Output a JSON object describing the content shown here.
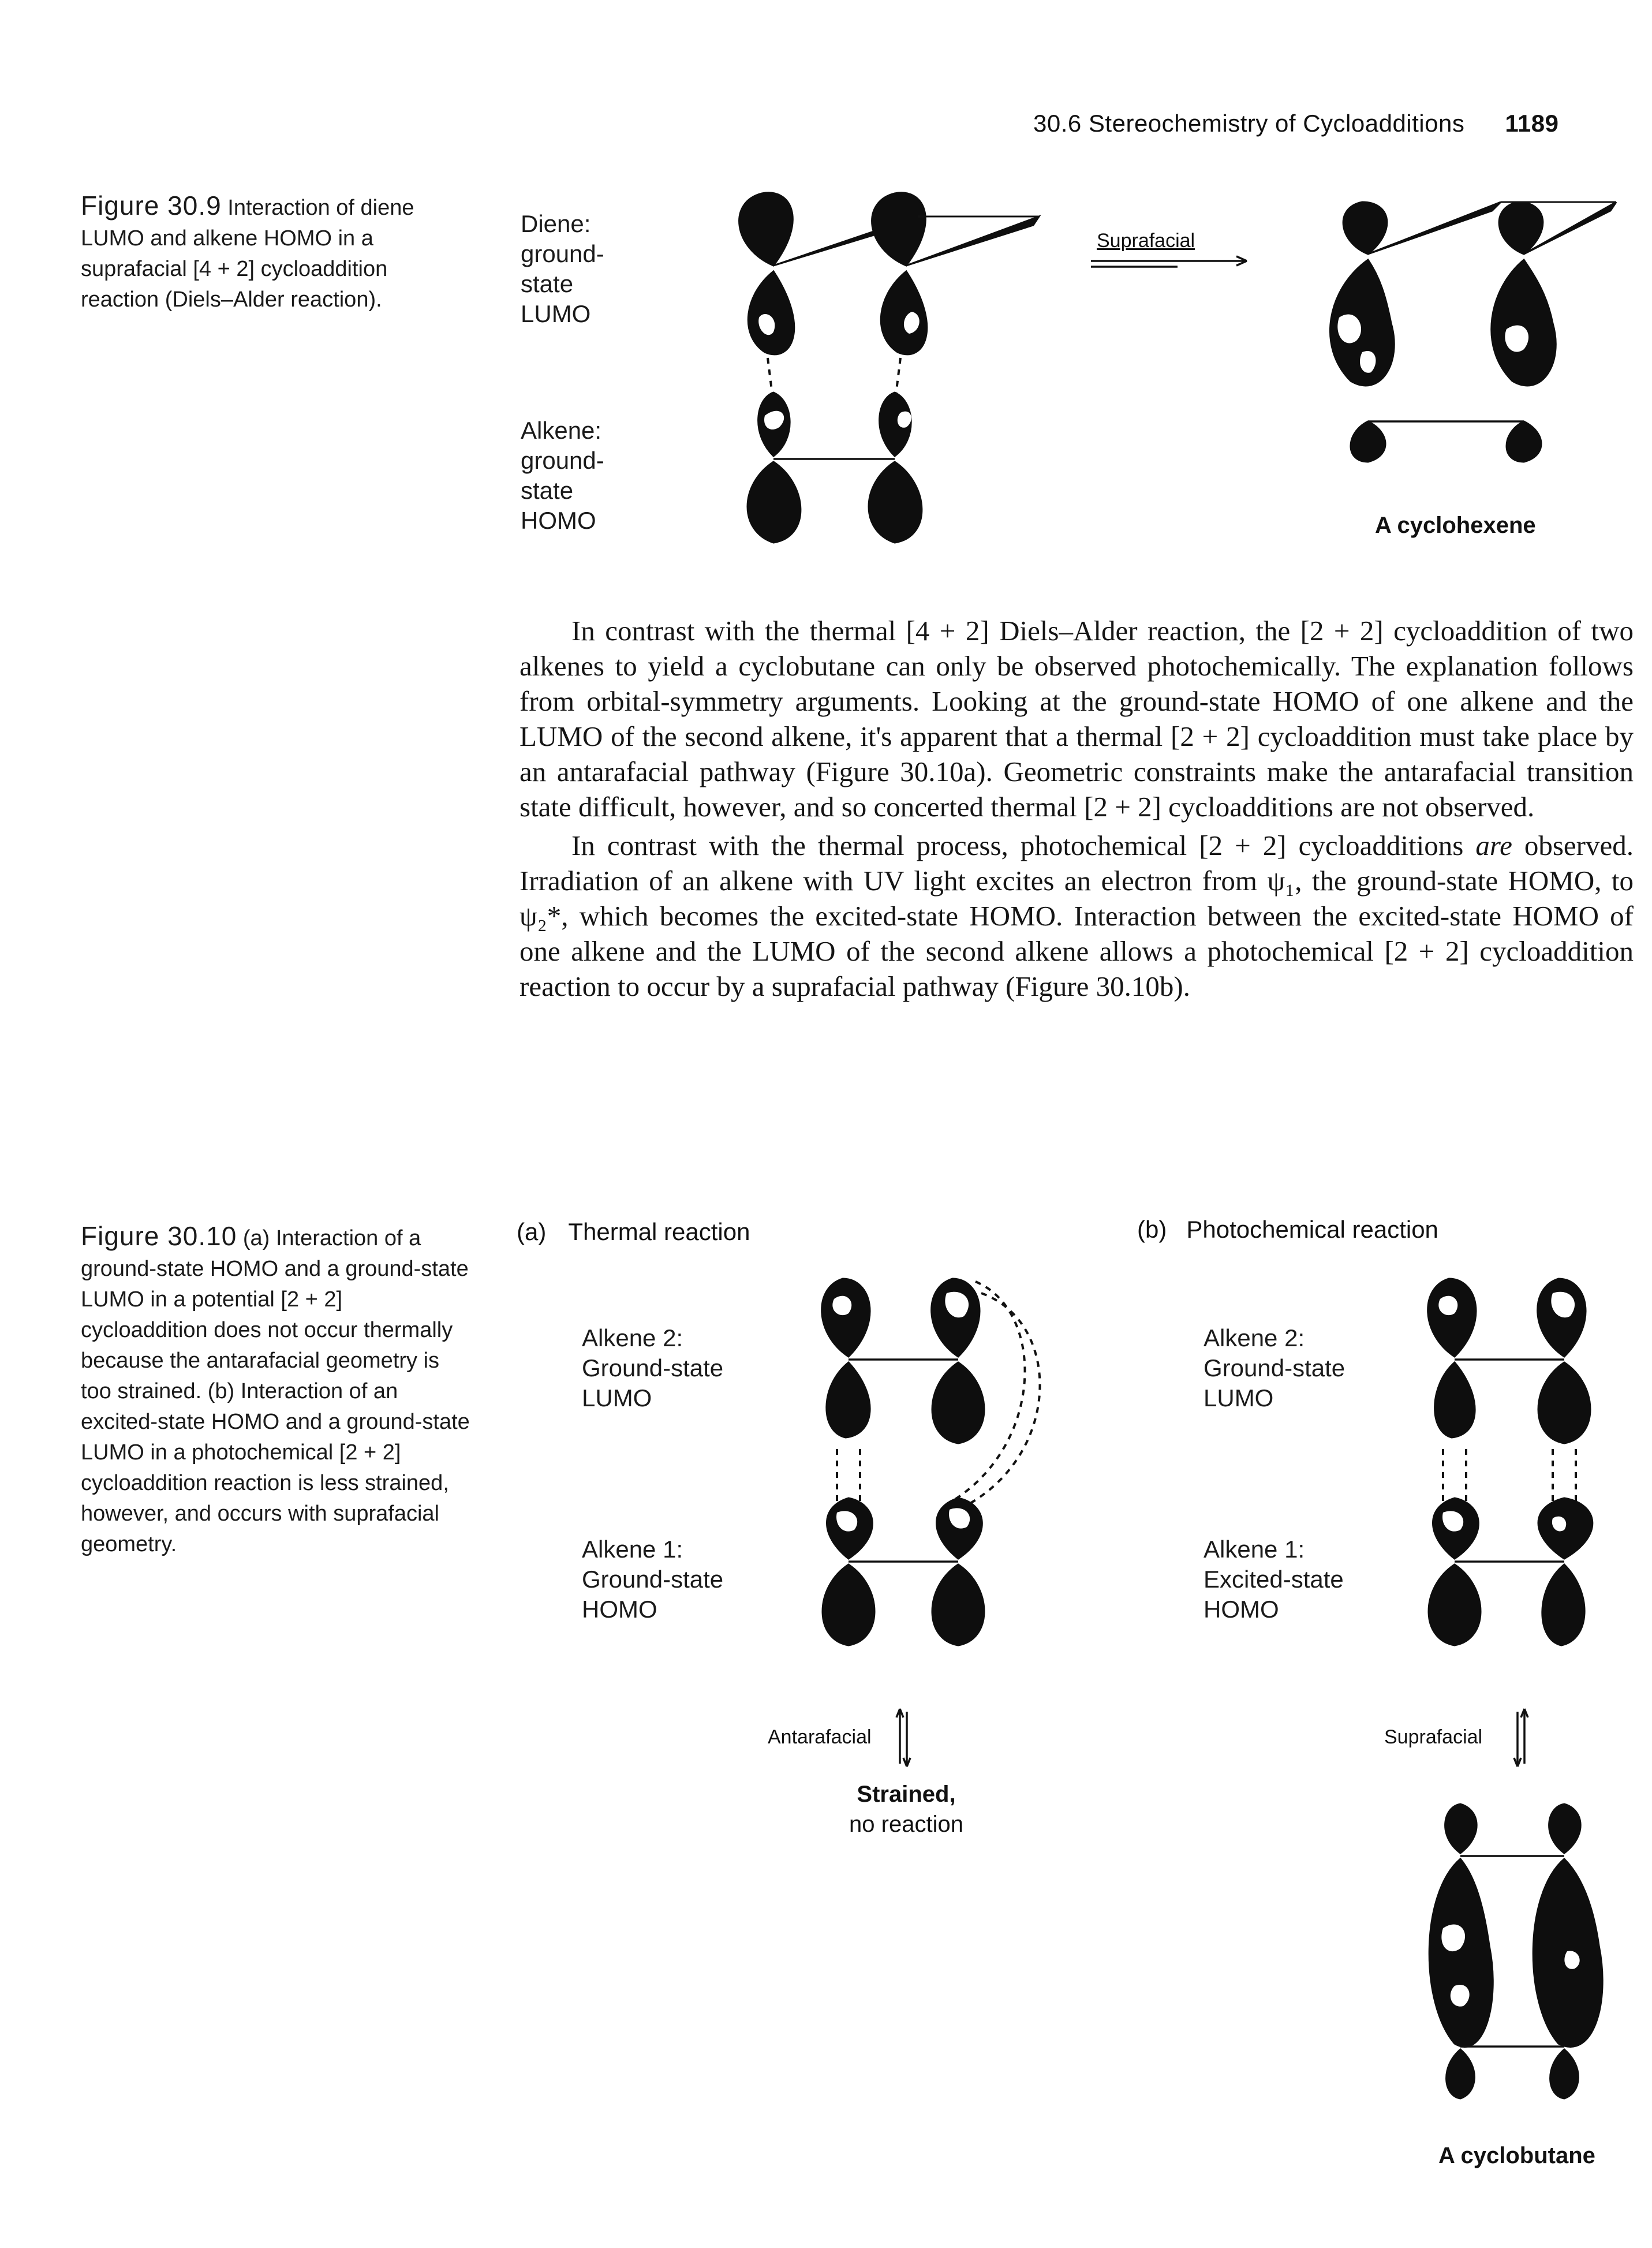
{
  "header": {
    "section": "30.6  Stereochemistry of Cycloadditions",
    "page_number": "1189"
  },
  "figure_30_9": {
    "caption_label": "Figure 30.9",
    "caption_text": "Interaction of diene LUMO and alkene HOMO in a suprafacial [4 + 2] cycloaddition reaction (Diels–Alder reaction).",
    "diene_label": [
      "Diene:",
      "ground-",
      "state",
      "LUMO"
    ],
    "alkene_label": [
      "Alkene:",
      "ground-",
      "state",
      "HOMO"
    ],
    "arrow_label": "Suprafacial",
    "product_label": "A cyclohexene"
  },
  "body_text": {
    "p1": "In contrast with the thermal [4 + 2] Diels–Alder reaction, the [2 + 2] cycloaddition of two alkenes to yield a cyclobutane can only be observed photochemically. The explanation follows from orbital-symmetry arguments. Looking at the ground-state HOMO of one alkene and the LUMO of the second alkene, it's apparent that a thermal [2 + 2] cycloaddition must take place by an antarafacial pathway (Figure 30.10a). Geometric constraints make the antarafacial transition state difficult, however, and so concerted thermal [2 + 2] cycloadditions are not observed.",
    "p2_before_are": "In contrast with the thermal process, photochemical [2 + 2] cycloadditions ",
    "p2_are": "are",
    "p2_after_are": " observed. Irradiation of an alkene with UV light excites an electron from ψ₁, the ground-state HOMO, to ψ₂*, which becomes the excited-state HOMO. Interaction between the excited-state HOMO of one alkene and the LUMO of the second alkene allows a photochemical [2 + 2] cycloaddition reaction to occur by a suprafacial pathway (Figure 30.10b)."
  },
  "figure_30_10": {
    "caption_label": "Figure 30.10",
    "caption_text": "(a) Interaction of a ground-state HOMO and a ground-state LUMO in a potential [2 + 2] cycloaddition does not occur thermally because the antarafacial geometry is too strained. (b) Interaction of an excited-state HOMO and a ground-state LUMO in a photochemical [2 + 2] cycloaddition reaction is less strained, however, and occurs with suprafacial geometry.",
    "panel_a": {
      "tag": "(a)",
      "title": "Thermal reaction",
      "alkene2_label": [
        "Alkene 2:",
        "Ground-state",
        "LUMO"
      ],
      "alkene1_label": [
        "Alkene 1:",
        "Ground-state",
        "HOMO"
      ],
      "arrow_label": "Antarafacial",
      "result_label": [
        "Strained,",
        "no reaction"
      ]
    },
    "panel_b": {
      "tag": "(b)",
      "title": "Photochemical reaction",
      "alkene2_label": [
        "Alkene 2:",
        "Ground-state",
        "LUMO"
      ],
      "alkene1_label": [
        "Alkene 1:",
        "Excited-state",
        "HOMO"
      ],
      "arrow_label": "Suprafacial",
      "product_label": "A cyclobutane"
    }
  }
}
